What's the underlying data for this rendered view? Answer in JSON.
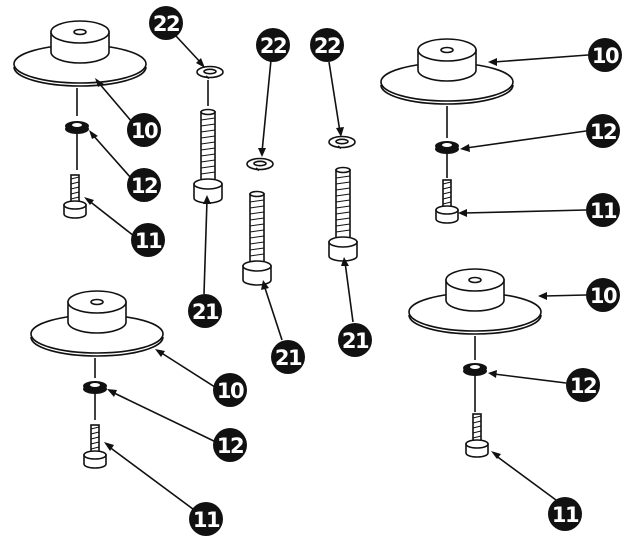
{
  "diagram": {
    "callouts": [
      {
        "id": "c1",
        "label": "10"
      },
      {
        "id": "c2",
        "label": "12"
      },
      {
        "id": "c3",
        "label": "11"
      },
      {
        "id": "c4",
        "label": "22"
      },
      {
        "id": "c5",
        "label": "22"
      },
      {
        "id": "c6",
        "label": "22"
      },
      {
        "id": "c7",
        "label": "21"
      },
      {
        "id": "c8",
        "label": "21"
      },
      {
        "id": "c9",
        "label": "21"
      },
      {
        "id": "c10",
        "label": "10"
      },
      {
        "id": "c11",
        "label": "12"
      },
      {
        "id": "c12",
        "label": "11"
      },
      {
        "id": "c13",
        "label": "10"
      },
      {
        "id": "c14",
        "label": "12"
      },
      {
        "id": "c15",
        "label": "11"
      },
      {
        "id": "c16",
        "label": "10"
      },
      {
        "id": "c17",
        "label": "12"
      },
      {
        "id": "c18",
        "label": "11"
      }
    ]
  }
}
